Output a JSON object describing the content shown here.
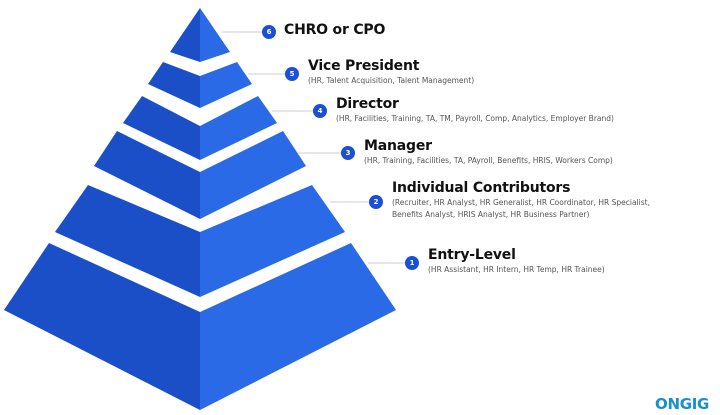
{
  "diagram": {
    "type": "pyramid",
    "colors": {
      "left": "#1a4fc7",
      "right": "#2a6ae6",
      "badge": "#1a4fd6",
      "connector": "#cccccc"
    },
    "levels": [
      {
        "number": "6",
        "title": "CHRO or CPO",
        "subtitle": []
      },
      {
        "number": "5",
        "title": "Vice President",
        "subtitle": [
          "(HR, Talent Acquisition, Talent Management)"
        ]
      },
      {
        "number": "4",
        "title": "Director",
        "subtitle": [
          "(HR, Facilities, Training, TA, TM, Payroll, Comp, Analytics, Employer Brand)"
        ]
      },
      {
        "number": "3",
        "title": "Manager",
        "subtitle": [
          "(HR, Training, Facilities, TA, PAyroll, Benefits, HRIS, Workers Comp)"
        ]
      },
      {
        "number": "2",
        "title": "Individual Contributors",
        "subtitle": [
          "(Recruiter, HR Analyst, HR Generalist, HR Coordinator, HR Specialist,",
          "Benefits Analyst, HRIS Analyst, HR Business Partner)"
        ]
      },
      {
        "number": "1",
        "title": "Entry-Level",
        "subtitle": [
          "(HR Assistant, HR Intern, HR Temp, HR Trainee)"
        ]
      }
    ]
  },
  "logo": {
    "text": "ONGIG"
  }
}
